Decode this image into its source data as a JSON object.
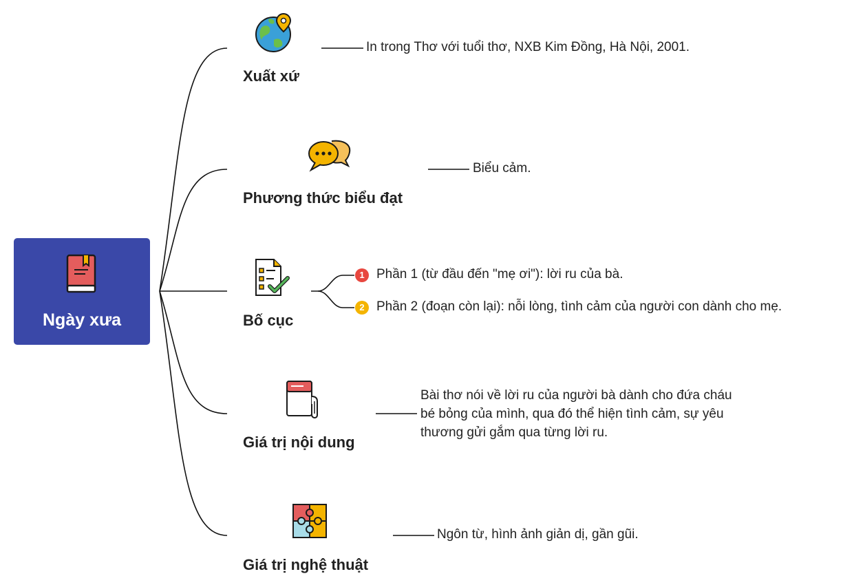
{
  "root": {
    "title": "Ngày xưa",
    "icon": "book-icon",
    "color": "#3a48a8"
  },
  "branches": [
    {
      "label": "Xuất xứ",
      "icon": "globe-pin-icon",
      "leaves": [
        "In trong Thơ với tuổi thơ, NXB Kim Đồng, Hà Nội, 2001."
      ]
    },
    {
      "label": "Phương thức biểu đạt",
      "icon": "speech-bubbles-icon",
      "leaves": [
        "Biểu cảm."
      ]
    },
    {
      "label": "Bố cục",
      "icon": "checklist-icon",
      "leaves": [
        {
          "badge": "1",
          "badge_color": "#e8473f",
          "text": "Phần 1 (từ đầu đến \"mẹ ơi\"): lời ru của bà."
        },
        {
          "badge": "2",
          "badge_color": "#f4b400",
          "text": "Phần 2 (đoạn còn lại): nỗi lòng, tình cảm của người con dành cho mẹ."
        }
      ]
    },
    {
      "label": "Giá trị nội dung",
      "icon": "notebook-icon",
      "leaves": [
        "Bài thơ nói về lời ru của người bà dành cho đứa cháu bé bỏng của mình, qua đó thể hiện tình cảm, sự yêu thương gửi gắm qua từng lời ru."
      ]
    },
    {
      "label": "Giá trị nghệ thuật",
      "icon": "puzzle-icon",
      "leaves": [
        "Ngôn từ, hình ảnh giản dị, gần gũi."
      ]
    }
  ]
}
